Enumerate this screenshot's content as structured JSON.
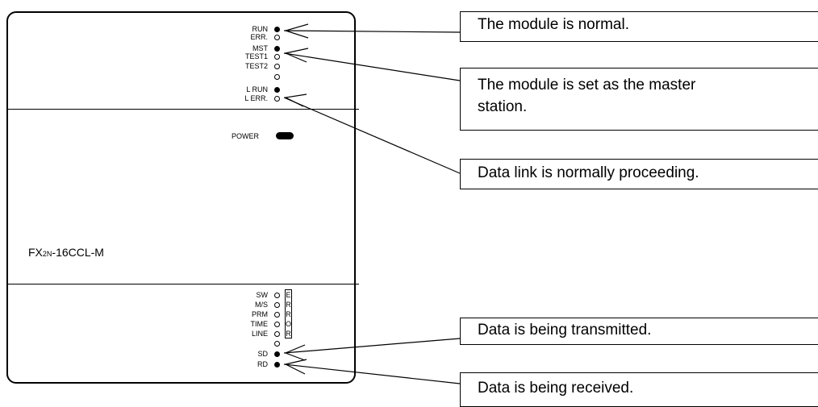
{
  "module": {
    "model_main": "FX",
    "model_sub": "2N",
    "model_rest": "-16CCL-M",
    "power_label": "POWER"
  },
  "top_leds": [
    {
      "label": "RUN",
      "state": "on"
    },
    {
      "label": "ERR.",
      "state": "off"
    },
    {
      "label": "MST",
      "state": "on"
    },
    {
      "label": "TEST1",
      "state": "off"
    },
    {
      "label": "TEST2",
      "state": "off"
    },
    {
      "label": "",
      "state": "off"
    },
    {
      "label": "L RUN",
      "state": "on"
    },
    {
      "label": "L ERR.",
      "state": "off"
    }
  ],
  "bottom_leds": [
    {
      "label": "SW",
      "state": "off"
    },
    {
      "label": "M/S",
      "state": "off"
    },
    {
      "label": "PRM",
      "state": "off"
    },
    {
      "label": "TIME",
      "state": "off"
    },
    {
      "label": "LINE",
      "state": "off"
    },
    {
      "label": "",
      "state": "off"
    },
    {
      "label": "SD",
      "state": "on"
    },
    {
      "label": "RD",
      "state": "on"
    }
  ],
  "error_box_letters": [
    "E",
    "R",
    "R",
    "O",
    "R"
  ],
  "callouts": {
    "run": "The module is normal.",
    "mst_line1": "The module is set as the master",
    "mst_line2": "station.",
    "lrun": "Data link is normally proceeding.",
    "sd": "Data is being transmitted.",
    "rd": "Data is being received."
  }
}
